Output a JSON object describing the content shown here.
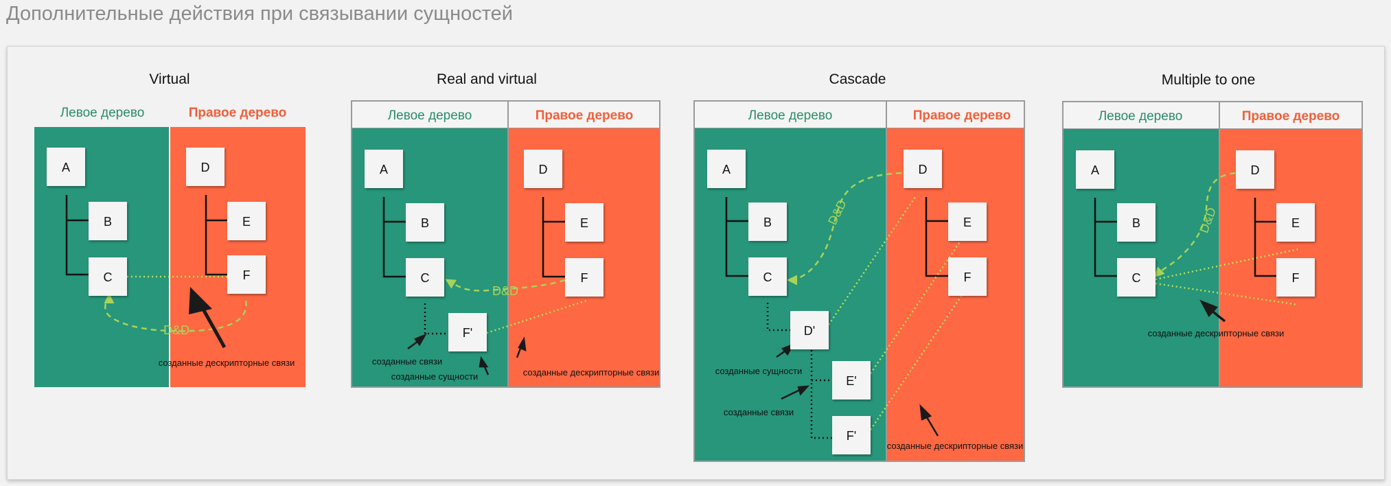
{
  "page": {
    "title": "Дополнительные действия при связывании сущностей"
  },
  "colors": {
    "left_tree": "#27967a",
    "right_tree": "#fe6843",
    "link_line": "#b9e05a",
    "dnd": "#a8d35a"
  },
  "tree_labels": {
    "left": "Левое дерево",
    "right": "Правое дерево"
  },
  "panels": [
    {
      "title": "Virtual",
      "left_nodes": [
        "A",
        "B",
        "C"
      ],
      "right_nodes": [
        "D",
        "E",
        "F"
      ],
      "drag_label": "D&D",
      "captions": [
        "созданные дескрипторные связи"
      ]
    },
    {
      "title": "Real and virtual",
      "left_nodes": [
        "A",
        "B",
        "C",
        "F'"
      ],
      "right_nodes": [
        "D",
        "E",
        "F"
      ],
      "drag_label": "D&D",
      "captions": [
        "созданные связи",
        "созданные сущности",
        "созданные дескрипторные связи"
      ]
    },
    {
      "title": "Cascade",
      "left_nodes": [
        "A",
        "B",
        "C",
        "D'",
        "E'",
        "F'"
      ],
      "right_nodes": [
        "D",
        "E",
        "F"
      ],
      "drag_label": "D&D",
      "captions": [
        "созданные сущности",
        "созданные связи",
        "созданные дескрипторные связи"
      ]
    },
    {
      "title": "Multiple to one",
      "left_nodes": [
        "A",
        "B",
        "C"
      ],
      "right_nodes": [
        "D",
        "E",
        "F"
      ],
      "drag_label": "D&D",
      "captions": [
        "созданные дескрипторные связи"
      ]
    }
  ]
}
